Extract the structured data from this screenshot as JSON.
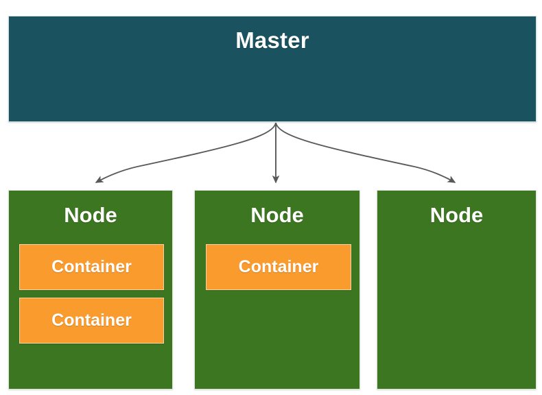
{
  "diagram": {
    "title_text": "Master",
    "background_color": "#ffffff",
    "master": {
      "label": "Master",
      "color": "#1A5260",
      "text_color": "#ffffff"
    },
    "node_color": "#3C7620",
    "container_color": "#FA9B2E",
    "edge_color": "#595959",
    "nodes": [
      {
        "label": "Node",
        "containers": [
          {
            "label": "Container"
          },
          {
            "label": "Container"
          }
        ]
      },
      {
        "label": "Node",
        "containers": [
          {
            "label": "Container"
          }
        ]
      },
      {
        "label": "Node",
        "containers": []
      }
    ],
    "edges": [
      {
        "from": "Master",
        "to": "Node 1"
      },
      {
        "from": "Master",
        "to": "Node 2"
      },
      {
        "from": "Master",
        "to": "Node 3"
      }
    ]
  }
}
